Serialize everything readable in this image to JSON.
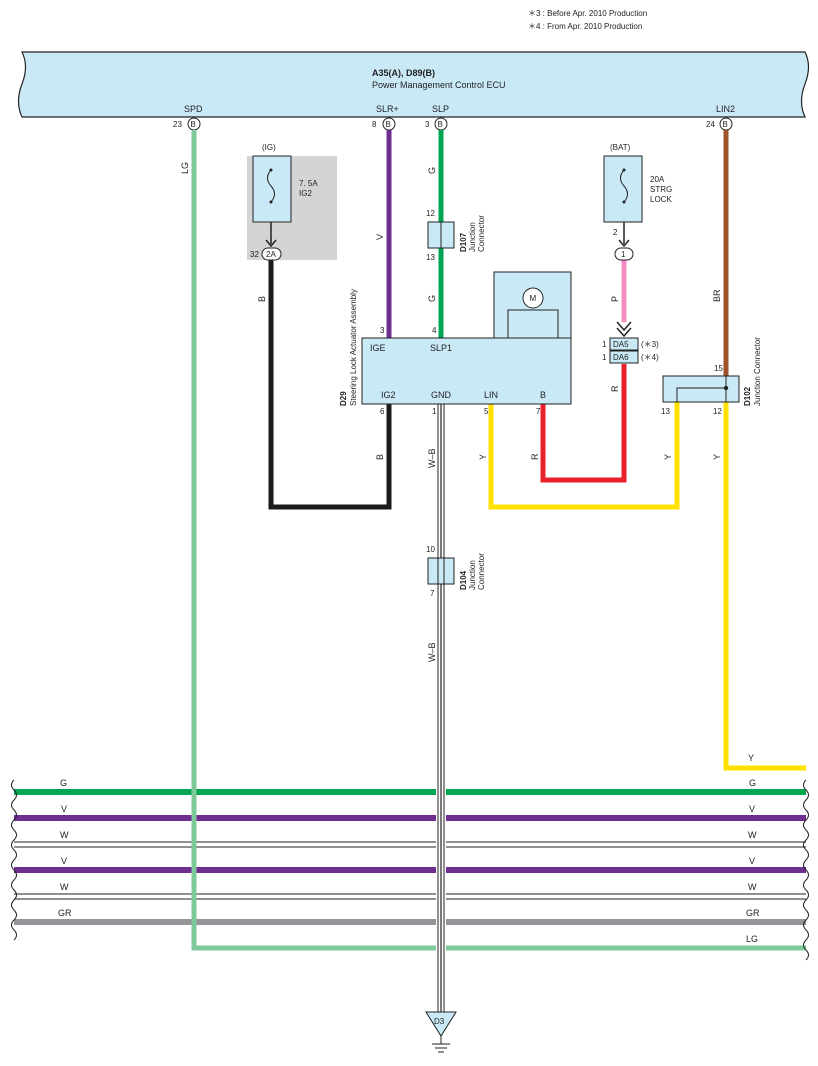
{
  "notes": {
    "note3": "＊3 : Before Apr.  2010 Production",
    "note4": "＊4 : From Apr.  2010 Production"
  },
  "ecu": {
    "id": "A35(A), D89(B)",
    "name": "Power Management Control ECU",
    "pins": [
      {
        "name": "SPD",
        "num": "23",
        "conn": "B"
      },
      {
        "name": "SLR+",
        "num": "8",
        "conn": "B"
      },
      {
        "name": "SLP",
        "num": "3",
        "conn": "B"
      },
      {
        "name": "LIN2",
        "num": "24",
        "conn": "B"
      }
    ]
  },
  "fuse_ig": {
    "source": "(IG)",
    "rating": "7. 5A",
    "name": "IG2",
    "pin": "32",
    "conn": "2A"
  },
  "fuse_bat": {
    "source": "(BAT)",
    "rating": "20A",
    "name": "STRG",
    "name2": "LOCK",
    "pin": "2",
    "conn": "1"
  },
  "d107": {
    "id": "D107",
    "name": "Junction",
    "name2": "Connector",
    "pin_top": "12",
    "pin_bottom": "13"
  },
  "d104": {
    "id": "D104",
    "name": "Junction",
    "name2": "Connector",
    "pin_top": "10",
    "pin_bottom": "7"
  },
  "d102": {
    "id": "D102",
    "name": "Junction Connector",
    "pin_top": "15",
    "pin_left": "13",
    "pin_right": "12"
  },
  "da": {
    "pin1": "1",
    "label1": "DA5",
    "note1": "(＊3)",
    "pin2": "1",
    "label2": "DA6",
    "note2": "(＊4)"
  },
  "d29": {
    "id": "D29",
    "name": "Steering Lock Actuator Assembly",
    "motor": "M",
    "terminals_top": [
      {
        "label": "IGE",
        "pin": "3"
      },
      {
        "label": "SLP1",
        "pin": "4"
      }
    ],
    "terminals_bottom": [
      {
        "label": "IG2",
        "pin": "6"
      },
      {
        "label": "GND",
        "pin": "1"
      },
      {
        "label": "LIN",
        "pin": "5"
      },
      {
        "label": "B",
        "pin": "7"
      }
    ]
  },
  "wire_colors": {
    "lg": "LG",
    "v": "V",
    "g": "G",
    "b": "B",
    "p": "P",
    "br": "BR",
    "r": "R",
    "y": "Y",
    "wb": "W–B",
    "w": "W",
    "gr": "GR"
  },
  "colors": {
    "ecu_fill": "#c9e9f7",
    "lg": "#7ec99a",
    "v": "#6e2f91",
    "g": "#00a551",
    "b": "#1a1a1a",
    "p": "#f08cc0",
    "br": "#a0522d",
    "r": "#e8202a",
    "y": "#ffe100",
    "gr": "#939598"
  },
  "ground": {
    "id": "D3"
  },
  "bus_lines": [
    {
      "label": "G"
    },
    {
      "label": "V"
    },
    {
      "label": "W"
    },
    {
      "label": "V"
    },
    {
      "label": "W"
    },
    {
      "label": "GR"
    },
    {
      "label": "LG"
    }
  ],
  "y_line": {
    "label": "Y"
  }
}
